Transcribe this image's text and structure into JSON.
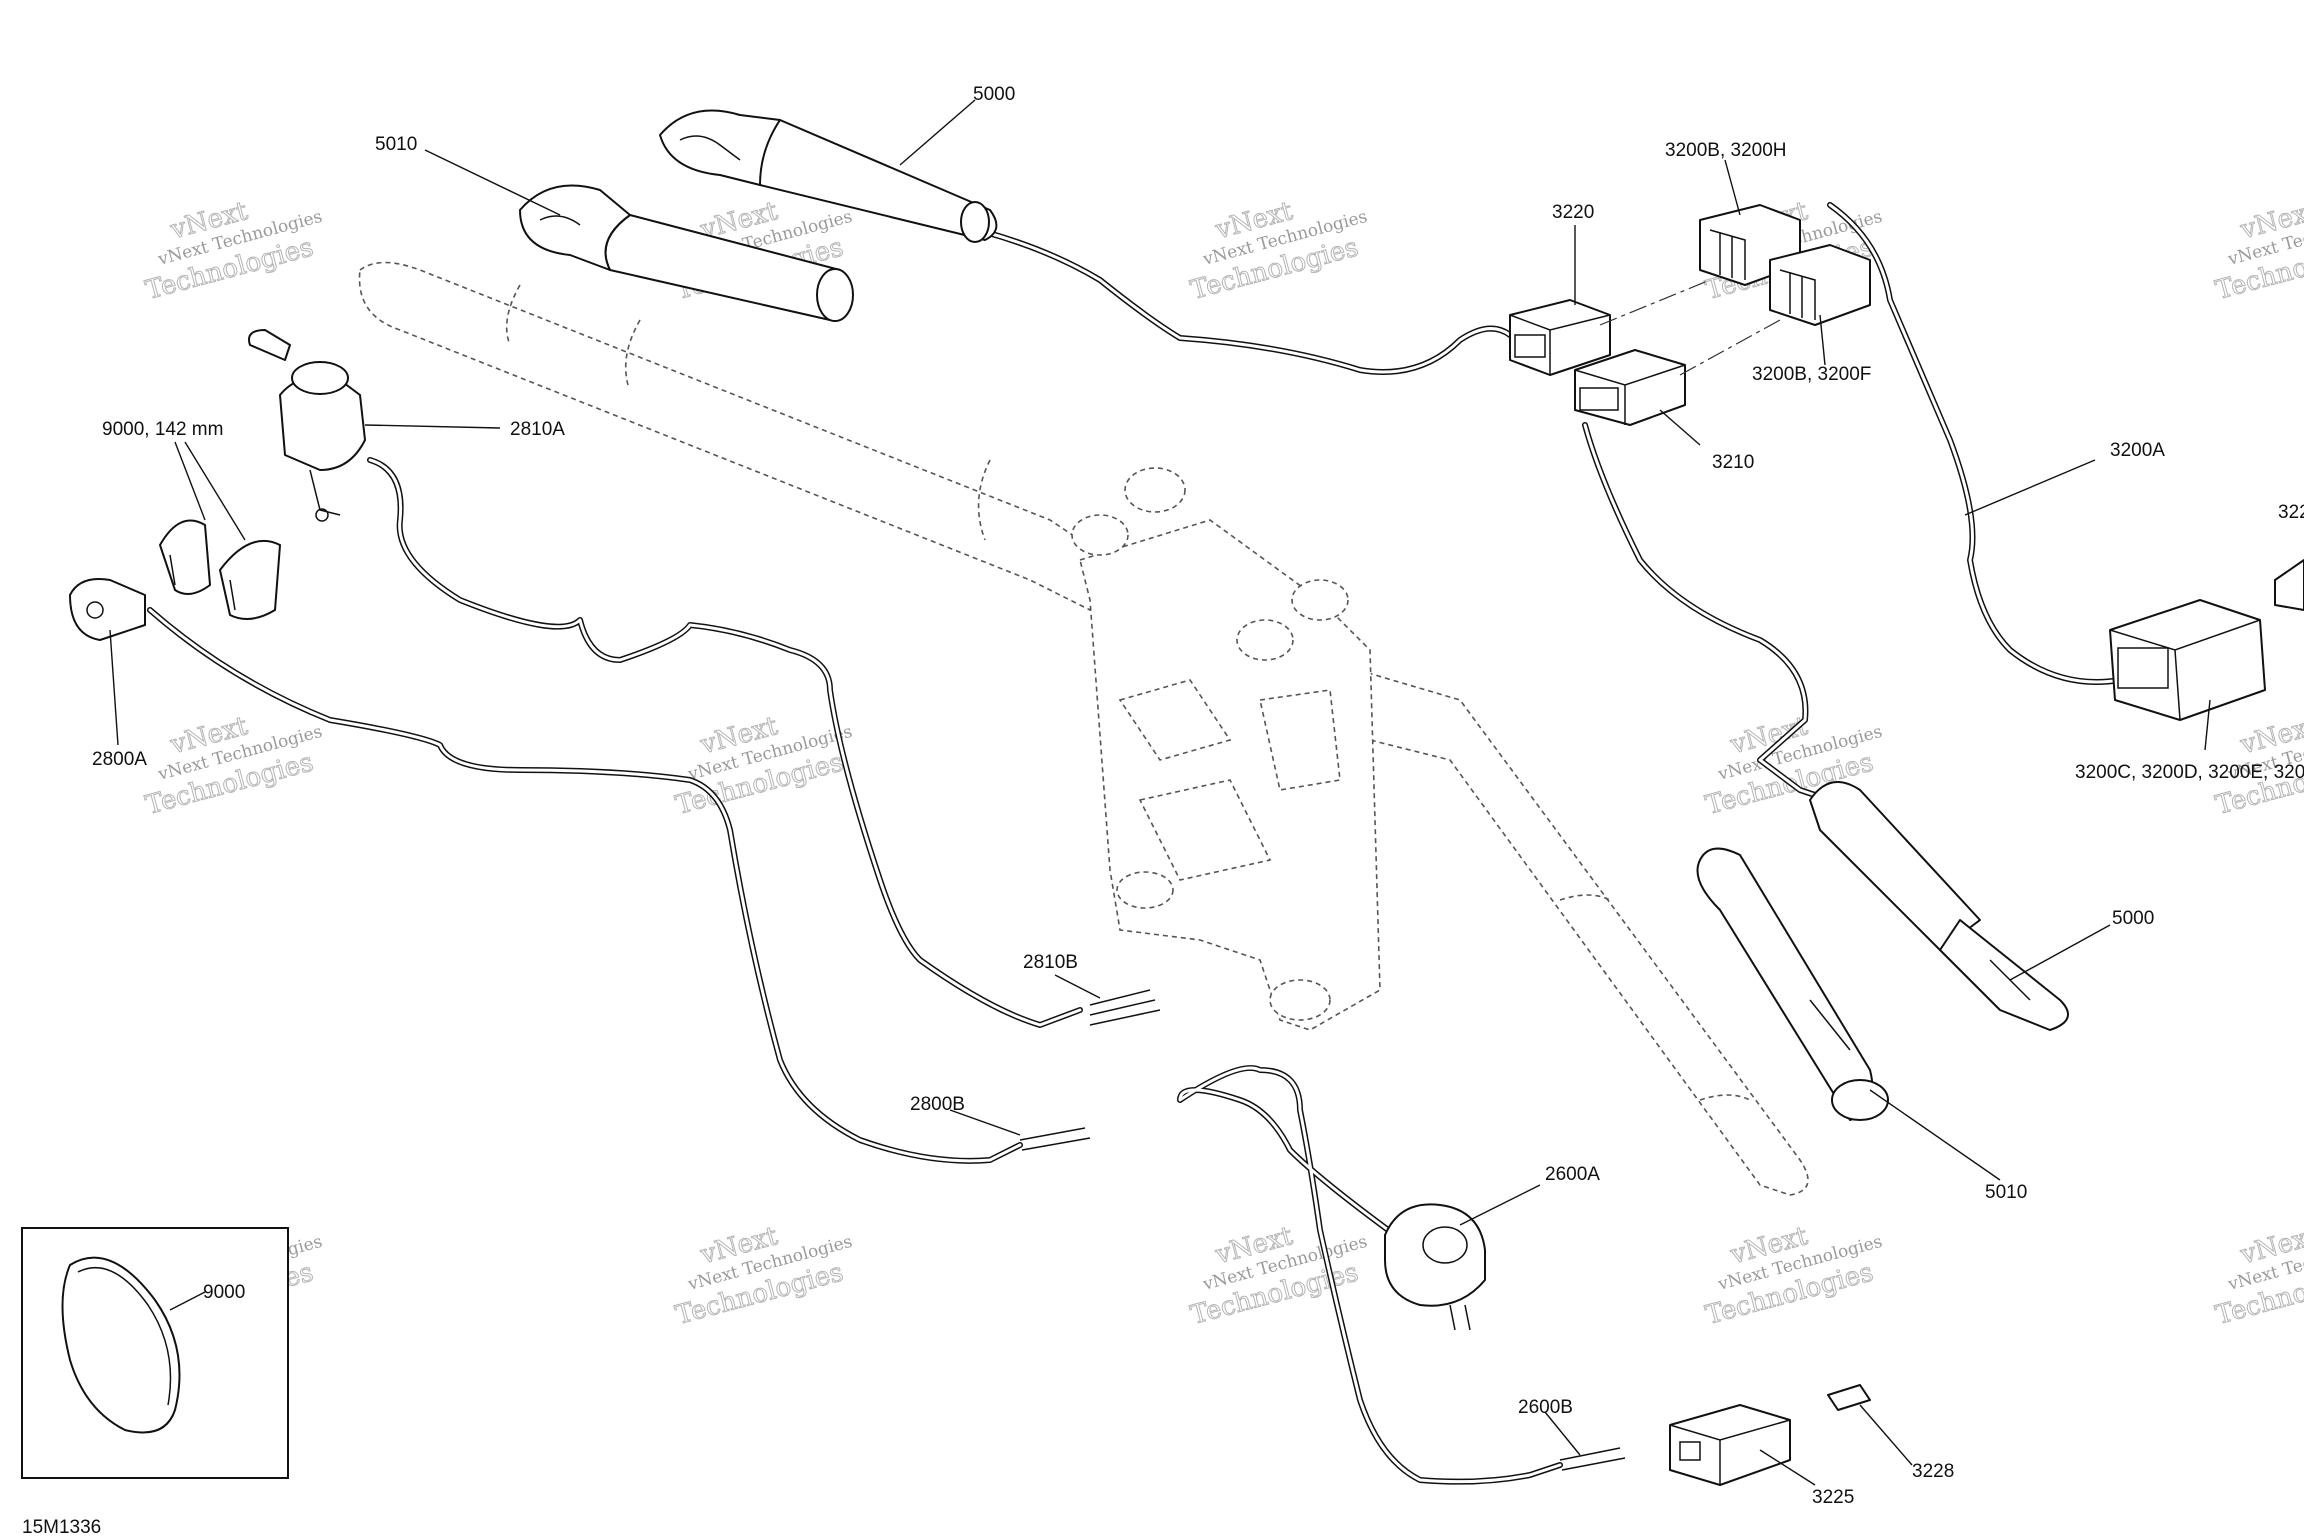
{
  "figure_id": "15M1336",
  "callouts": {
    "c5000_top": "5000",
    "c5010_top": "5010",
    "c3220": "3220",
    "c3200BH": "3200B, 3200H",
    "c3200BF": "3200B, 3200F",
    "c3210": "3210",
    "c3200A": "3200A",
    "c322x": "322",
    "c3200CDE": "3200C, 3200D, 3200E, 320",
    "c9000_142": "9000, 142 mm",
    "c2810A": "2810A",
    "c2800A": "2800A",
    "c2810B": "2810B",
    "c2800B": "2800B",
    "c5000_right": "5000",
    "c5010_right": "5010",
    "c2600A": "2600A",
    "c2600B": "2600B",
    "c3225": "3225",
    "c3228": "3228",
    "c9000_inset": "9000"
  },
  "watermark": {
    "line1": "vNext Technologies",
    "line2": "Technologies",
    "line3": "vNext"
  }
}
